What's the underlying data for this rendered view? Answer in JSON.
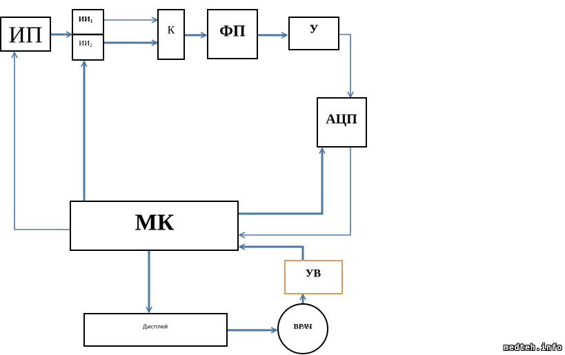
{
  "diagram": {
    "blocks": {
      "ip": "ИП",
      "ii1": "ИИ",
      "ii1_sub": "1",
      "ii2": "ИИ",
      "ii2_sub": "2",
      "k": "К",
      "fp": "ФП",
      "u": "У",
      "acp": "АЦП",
      "mk": "МК",
      "uv": "УВ",
      "display": "Дисплей",
      "vrach": "ВРАЧ"
    },
    "colors": {
      "wire": "#4a78a8",
      "box_border": "#000000",
      "uv_border": "#e09a55"
    },
    "connections": [
      {
        "from": "ip",
        "to": "ii"
      },
      {
        "from": "ii1",
        "to": "k"
      },
      {
        "from": "ii2",
        "to": "k"
      },
      {
        "from": "k",
        "to": "fp"
      },
      {
        "from": "fp",
        "to": "u"
      },
      {
        "from": "u",
        "to": "acp"
      },
      {
        "from": "acp",
        "to": "mk"
      },
      {
        "from": "mk",
        "to": "acp"
      },
      {
        "from": "mk",
        "to": "ip"
      },
      {
        "from": "mk",
        "to": "ii"
      },
      {
        "from": "mk",
        "to": "display"
      },
      {
        "from": "display",
        "to": "vrach"
      },
      {
        "from": "vrach",
        "to": "uv"
      },
      {
        "from": "uv",
        "to": "mk"
      }
    ]
  },
  "watermark": "medteh.info"
}
